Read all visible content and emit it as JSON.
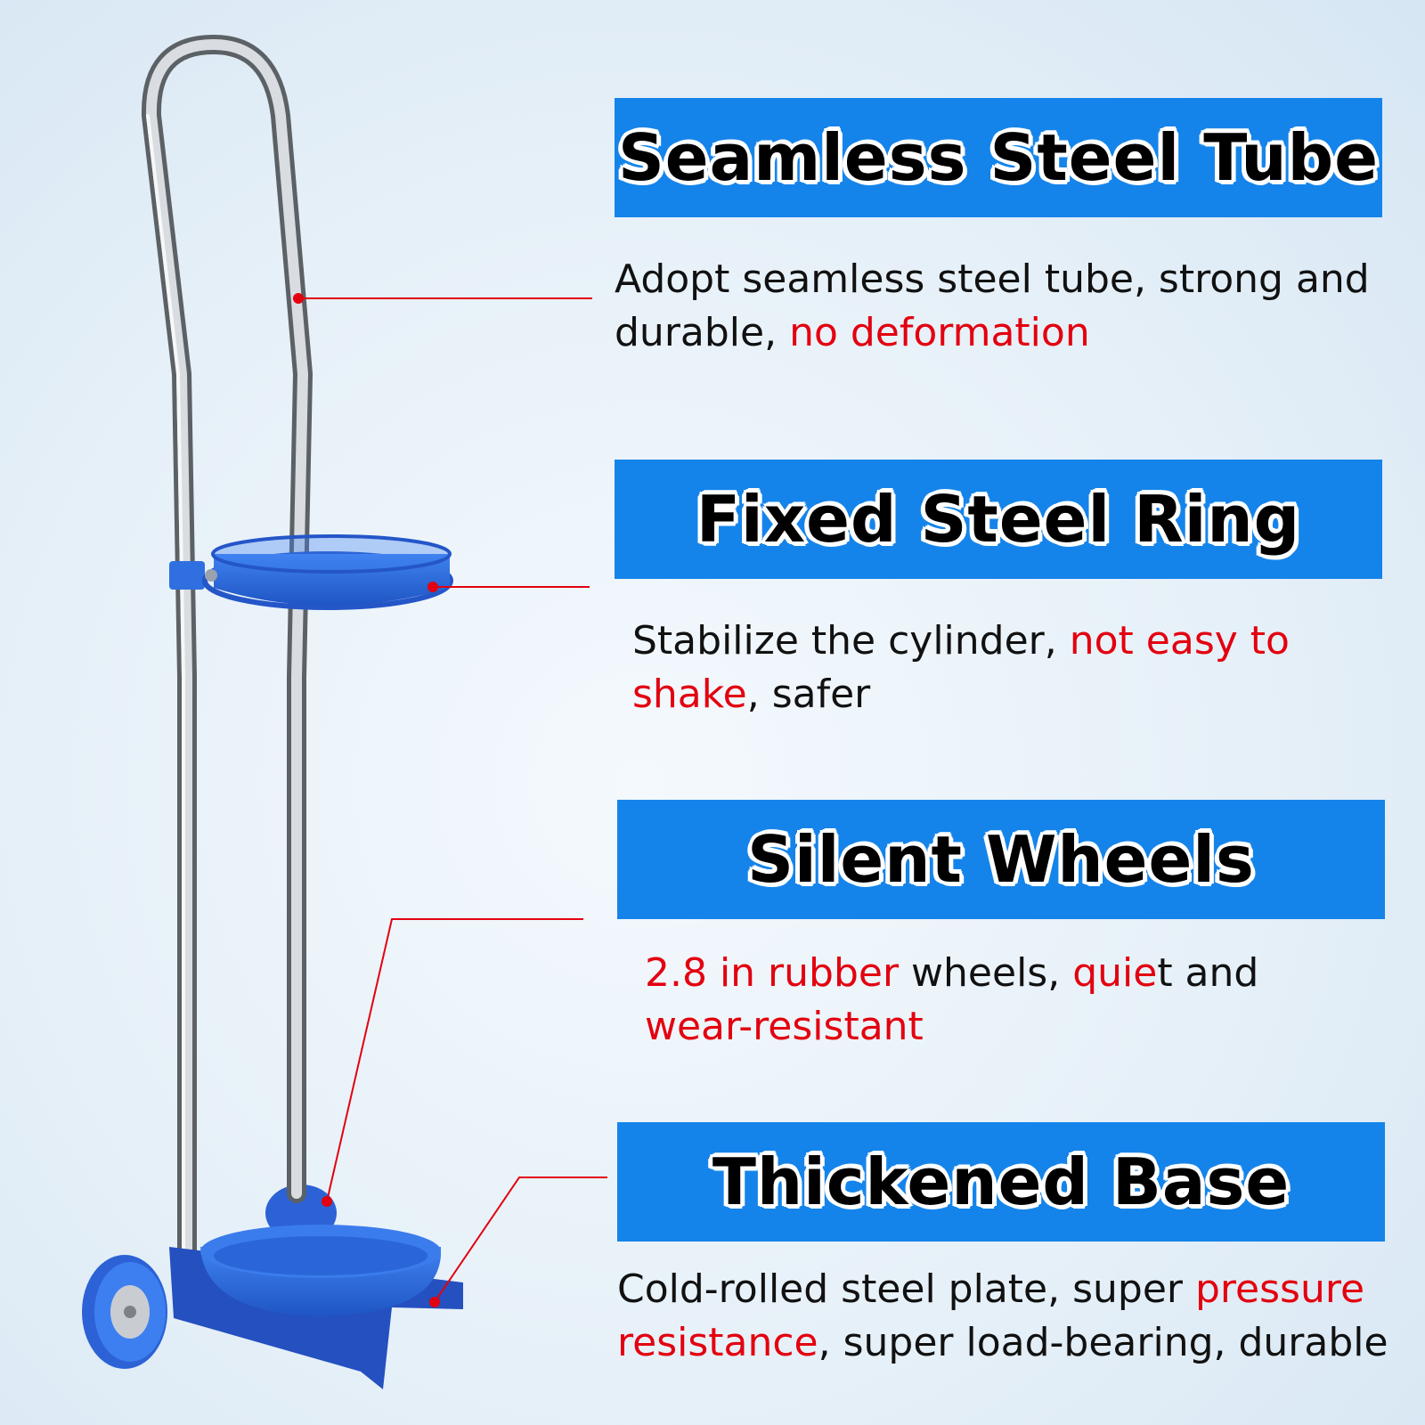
{
  "features": [
    {
      "title": "Seamless Steel Tube",
      "desc_line1_a": "Adopt seamless steel tube, strong and",
      "desc_line2_a": "durable, ",
      "desc_line2_red": "no deformation"
    },
    {
      "title": "Fixed Steel Ring",
      "desc_line1_a": "Stabilize the cylinder, ",
      "desc_line1_red": "not easy to",
      "desc_line2_red": "shake",
      "desc_line2_b": ", safer"
    },
    {
      "title": "Silent Wheels",
      "desc_line1_red": "2.8 in rubber",
      "desc_line1_b": " wheels, ",
      "desc_line1_red2": "quie",
      "desc_line1_c": "t and",
      "desc_line2_red": "wear-resistant"
    },
    {
      "title": "Thickened Base",
      "desc_line1_a": "Cold-rolled steel plate, super ",
      "desc_line1_red": "pressure",
      "desc_line2_red": "resistance",
      "desc_line2_b": ", super load-bearing, durable"
    }
  ],
  "colors": {
    "banner": "#1584ea",
    "accent_red": "#e3000f",
    "product_blue": "#2f6fe0",
    "steel": "#b8bcc0"
  },
  "product": "cylinder-trolley-image"
}
